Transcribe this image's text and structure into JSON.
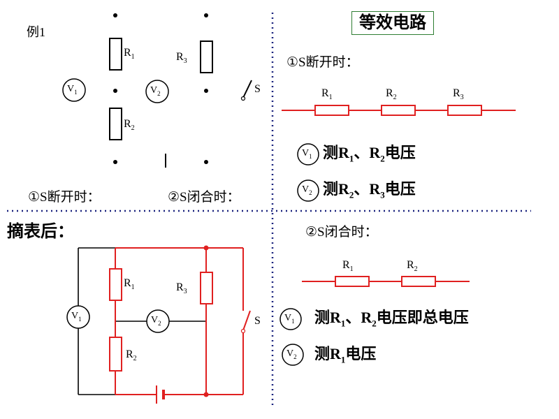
{
  "example_label": "例1",
  "title_box": "等效电路",
  "left_top": {
    "case_open": "①S断开时：",
    "case_closed": "②S闭合时：",
    "r1": "R",
    "r1_sub": "1",
    "r2": "R",
    "r2_sub": "2",
    "r3": "R",
    "r3_sub": "3",
    "v1": "V",
    "v1_sub": "1",
    "v2": "V",
    "v2_sub": "2",
    "switch": "S"
  },
  "right_top": {
    "case_open": "①S断开时：",
    "r1": "R",
    "r1_sub": "1",
    "r2": "R",
    "r2_sub": "2",
    "r3": "R",
    "r3_sub": "3",
    "line1_v": "V",
    "line1_v_sub": "1",
    "line1_pre": "测R",
    "line1_sub_a": "1",
    "line1_mid": "、R",
    "line1_sub_b": "2",
    "line1_post": "电压",
    "line2_v": "V",
    "line2_v_sub": "2",
    "line2_pre": "测R",
    "line2_sub_a": "2",
    "line2_mid": "、R",
    "line2_sub_b": "3",
    "line2_post": "电压"
  },
  "left_bottom": {
    "heading": "摘表后：",
    "r1": "R",
    "r1_sub": "1",
    "r2": "R",
    "r2_sub": "2",
    "r3": "R",
    "r3_sub": "3",
    "v1": "V",
    "v1_sub": "1",
    "v2": "V",
    "v2_sub": "2",
    "switch": "S"
  },
  "right_bottom": {
    "case_closed": "②S闭合时：",
    "r1": "R",
    "r1_sub": "1",
    "r2": "R",
    "r2_sub": "2",
    "line1_v": "V",
    "line1_v_sub": "1",
    "line1_pre": "测R",
    "line1_sub_a": "1",
    "line1_mid": "、R",
    "line1_sub_b": "2",
    "line1_post": "电压即总电压",
    "line2_v": "V",
    "line2_v_sub": "2",
    "line2_pre": "测R",
    "line2_sub_a": "1",
    "line2_post": "电压"
  },
  "colors": {
    "wire_red": "#e02020",
    "divider_blue": "#1a237e",
    "box_green": "#2e7d32"
  }
}
